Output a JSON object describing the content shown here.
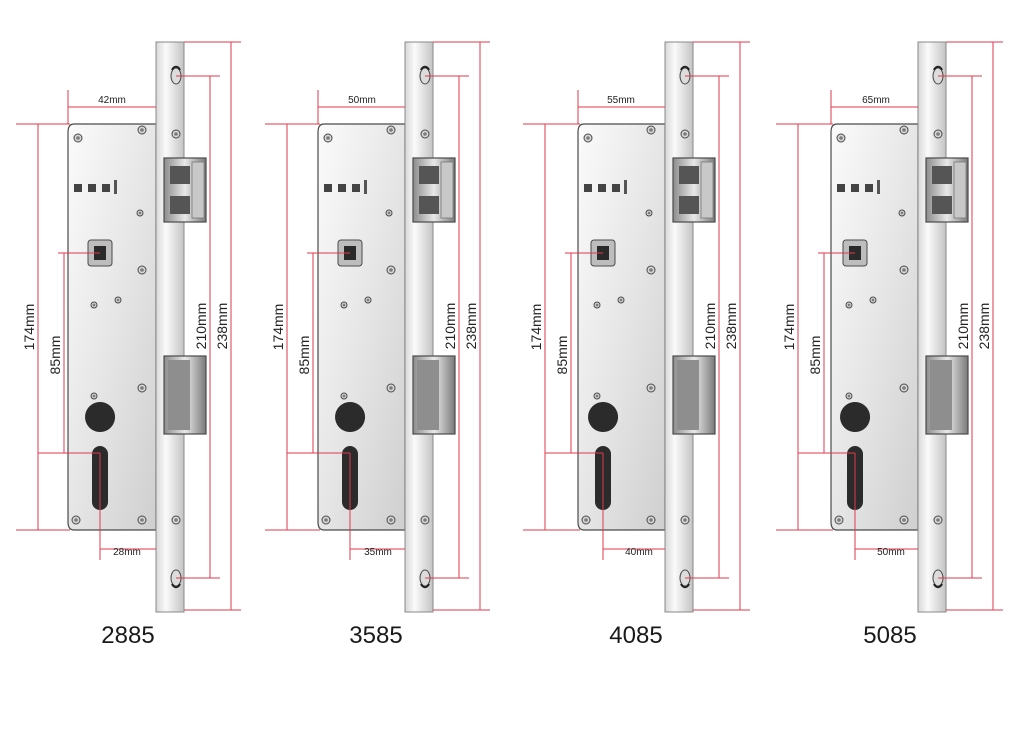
{
  "locks": [
    {
      "model": "2885",
      "backset": "42mm",
      "center_distance": "28mm"
    },
    {
      "model": "3585",
      "backset": "50mm",
      "center_distance": "35mm"
    },
    {
      "model": "4085",
      "backset": "55mm",
      "center_distance": "40mm"
    },
    {
      "model": "5085",
      "backset": "65mm",
      "center_distance": "50mm"
    }
  ],
  "dimensions": {
    "case_height": "174mm",
    "handle_to_cylinder": "85mm",
    "screw_spacing": "210mm",
    "faceplate_length": "238mm"
  },
  "colors": {
    "dimension_line": "#e03a4e",
    "metal_light": "#f4f4f4",
    "metal_dark": "#9a9a9a",
    "outline": "#4a4a4a"
  }
}
